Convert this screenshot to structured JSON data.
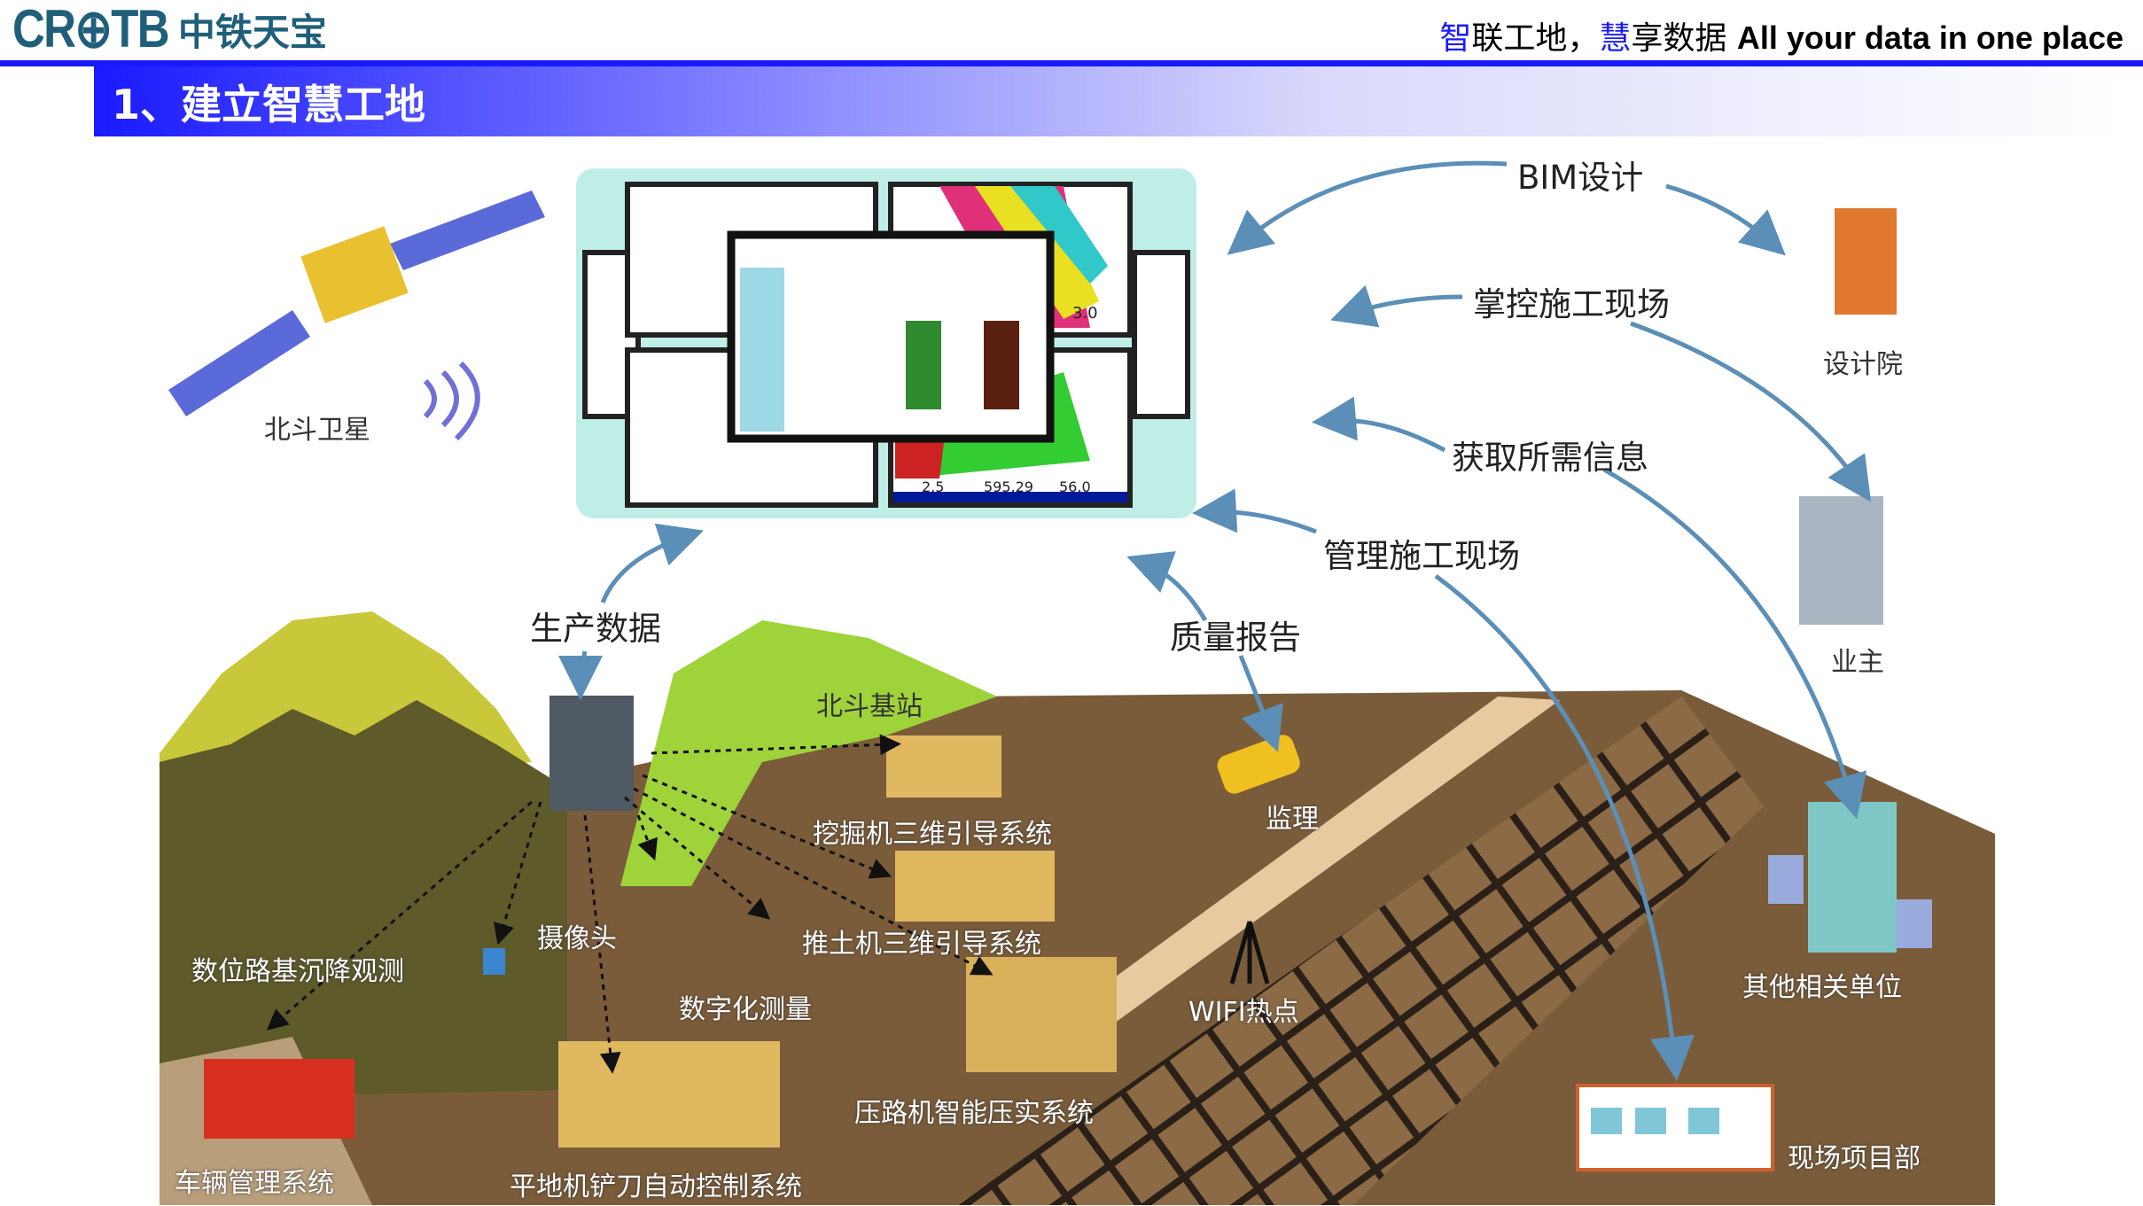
{
  "header": {
    "logo_mark": "CR⊕TB",
    "logo_cn": "中铁天宝",
    "slogan": {
      "hl1": "智",
      "part1": "联工地，",
      "hl2": "慧",
      "part2": "享数据",
      "en": "All your data in one place"
    }
  },
  "title": "1、建立智慧工地",
  "colors": {
    "accent": "#1a1aff",
    "logo": "#1f5f7a",
    "arrow": "#5b8fb8",
    "ground": "#7a5c3a"
  },
  "diagram": {
    "flows": {
      "bim": "BIM设计",
      "control": "掌控施工现场",
      "info": "获取所需信息",
      "manage": "管理施工现场",
      "quality": "质量报告",
      "production": "生产数据"
    },
    "nodes": {
      "satellite": "北斗卫星",
      "base_station": "北斗基站",
      "design_institute": "设计院",
      "owner": "业主",
      "supervision": "监理",
      "excavator": "挖掘机三维引导系统",
      "bulldozer": "推土机三维引导系统",
      "camera": "摄像头",
      "settlement": "数位路基沉降观测",
      "survey": "数字化测量",
      "wifi": "WIFI热点",
      "others": "其他相关单位",
      "roller": "压路机智能压实系统",
      "site_office": "现场项目部",
      "vehicle": "车辆管理系统",
      "grader": "平地机铲刀自动控制系统"
    },
    "screen_readouts": [
      "3.0",
      "2.5",
      "595.29",
      "56.0"
    ]
  }
}
